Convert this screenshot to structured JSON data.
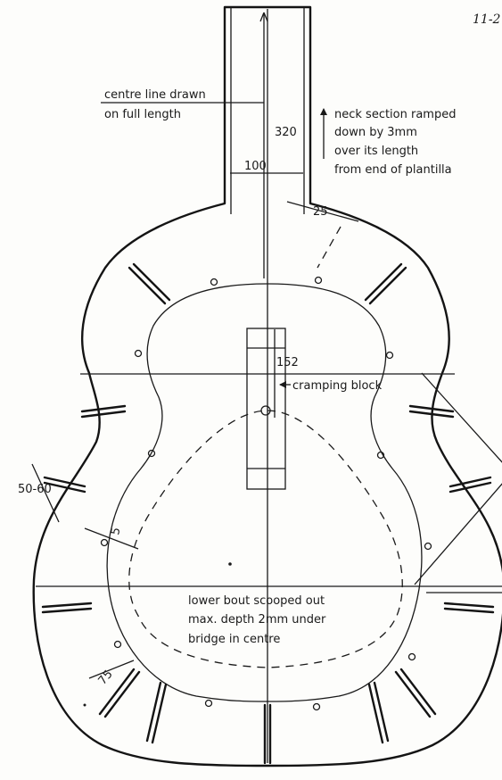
{
  "page_ref": "11-2",
  "annotations": {
    "centre_line_1": "centre line drawn",
    "centre_line_2": "on full length",
    "neck_length": "320",
    "neck_width": "100",
    "neck_note_1": "neck section ramped",
    "neck_note_2": "down by 3mm",
    "neck_note_3": "over its length",
    "neck_note_4": "from end of plantilla",
    "shoulder_dim": "25",
    "block_dim": "152",
    "cramping_block": "cramping block",
    "bar_width": "50-60",
    "edge_gap": "5",
    "lower_note_1": "lower bout scooped out",
    "lower_note_2": "max. depth 2mm under",
    "lower_note_3": "bridge in centre",
    "corner_dim": "75"
  }
}
